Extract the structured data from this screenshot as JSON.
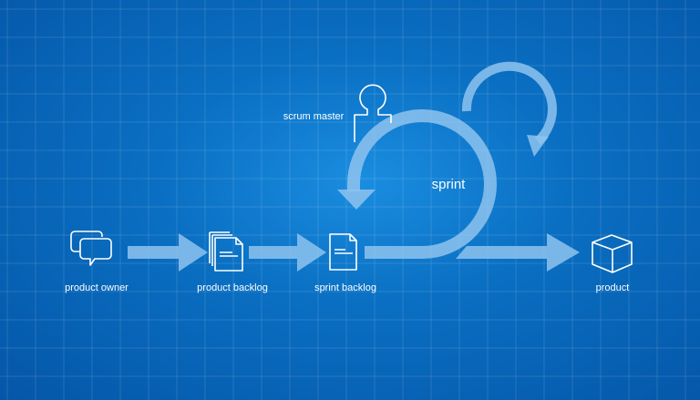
{
  "colors": {
    "background": "#0a6fc2",
    "arrow": "#8ec3ee",
    "icon": "#ffffff"
  },
  "labels": {
    "product_owner": "product owner",
    "product_backlog": "product backlog",
    "sprint_backlog": "sprint backlog",
    "product": "product",
    "scrum_master": "scrum master",
    "sprint": "sprint"
  }
}
